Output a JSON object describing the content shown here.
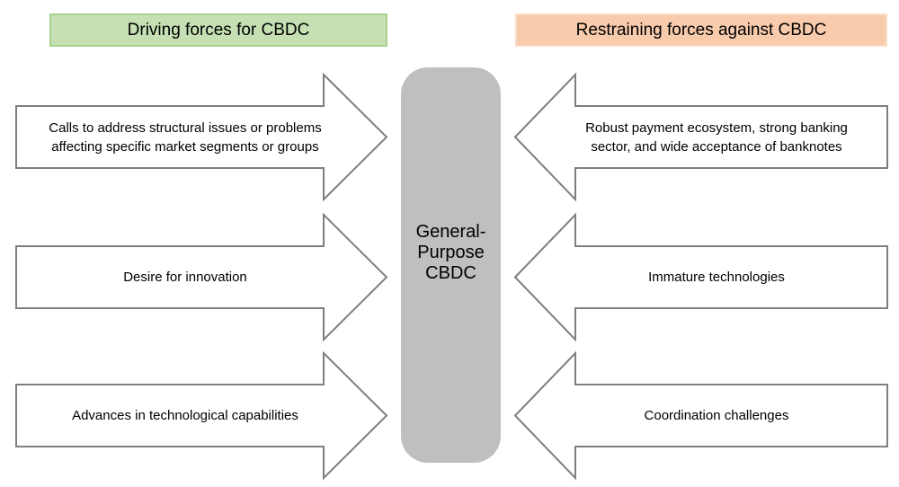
{
  "headers": {
    "driving": "Driving forces for CBDC",
    "restraining": "Restraining forces against CBDC"
  },
  "center": {
    "label": "General-\nPurpose\nCBDC"
  },
  "driving_forces": [
    "Calls to address structural issues or problems\naffecting specific market segments or groups",
    "Desire for innovation",
    "Advances in technological capabilities"
  ],
  "restraining_forces": [
    "Robust payment ecosystem, strong banking\nsector, and wide acceptance of banknotes",
    "Immature technologies",
    "Coordination challenges"
  ],
  "colors": {
    "driving_header_bg": "#c6e0b4",
    "driving_header_border": "#a9d18e",
    "restraining_header_bg": "#f8cbad",
    "restraining_header_border": "#fbdcc5",
    "center_box_bg": "#bfbfbf",
    "arrow_fill": "#ffffff",
    "arrow_border": "#7f7f7f"
  }
}
